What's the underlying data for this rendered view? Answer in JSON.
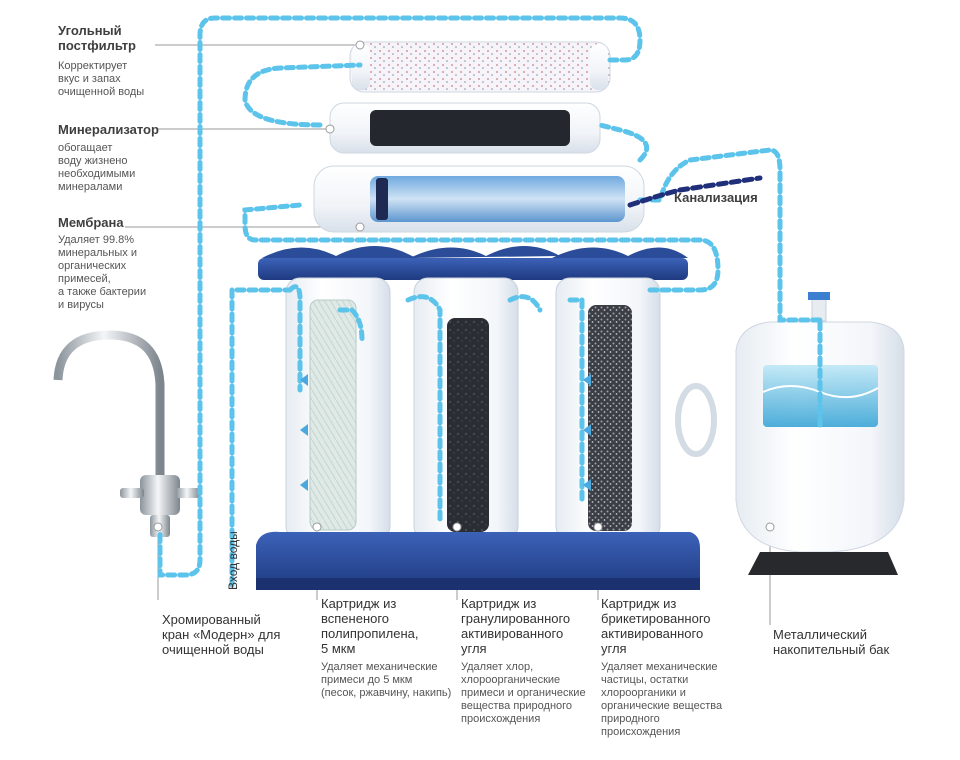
{
  "labels": {
    "postfilter": {
      "title": "Угольный\nпостфильтр",
      "desc": "Корректирует\nвкус и запах\nочищенной воды"
    },
    "mineralizer": {
      "title": "Минерализатор",
      "desc": "обогащает\nводу жизнено\nнеобходимыми\nминералами"
    },
    "membrane": {
      "title": "Мембрана",
      "desc": "Удаляет 99.8%\nминеральных и\nорганических\nпримесей,\nа также бактерии\nи вирусы"
    },
    "drain": "Канализация",
    "water_inlet": "Вход воды",
    "faucet": {
      "title": "Хромированный\nкран «Модерн» для\nочищенной воды"
    },
    "cartridge1": {
      "title": "Картридж из\nвспененого\nполипропилена,\n5 мкм",
      "desc": "Удаляет механические\nпримеси до 5 мкм\n(песок, ржавчину, накипь)"
    },
    "cartridge2": {
      "title": "Картридж из\nгранулированного\nактивированного\nугля",
      "desc": "Удаляет хлор,\nхлороорганические\nпримеси и органические\nвещества природного\nпроисхождения"
    },
    "cartridge3": {
      "title": "Картридж из\nбрикетированного\nактивированного\nугля",
      "desc": "Удаляет механические\nчастицы, остатки\nхлороорганики и\nорганические вещества\nприродного\nпроисхождения"
    },
    "tank": {
      "title": "Металлический\nнакопительный бак"
    }
  },
  "colors": {
    "water_flow": "#5cc3ea",
    "drain_flow": "#1f2f7a",
    "housing_blue": "#2f4f9c",
    "leader_line": "#9a9a9a"
  },
  "icons": [
    "flow-arrow-icon",
    "connector-dot-icon"
  ]
}
